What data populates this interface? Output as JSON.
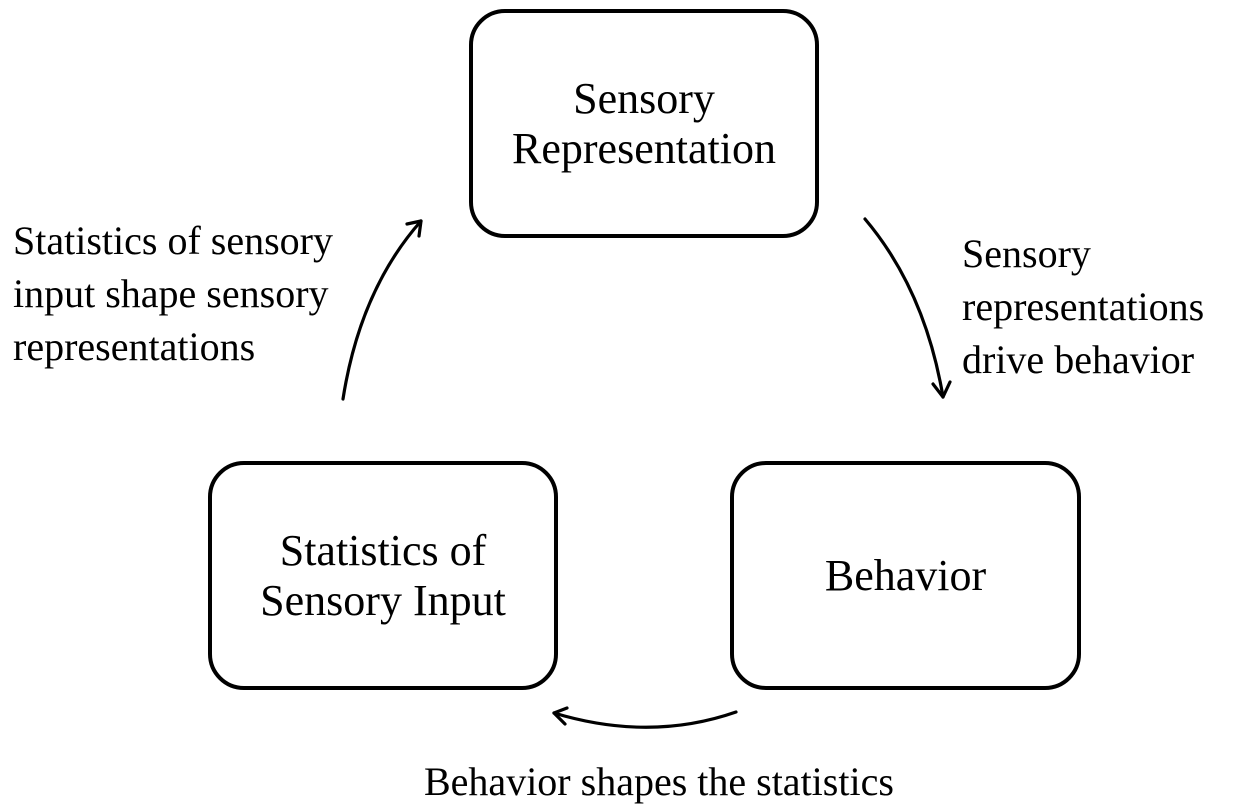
{
  "diagram": {
    "type": "cycle",
    "nodes": [
      {
        "id": "sensory-representation",
        "lines": [
          "Sensory",
          "Representation"
        ]
      },
      {
        "id": "behavior",
        "lines": [
          "Behavior"
        ]
      },
      {
        "id": "statistics-of-sensory-input",
        "lines": [
          "Statistics of",
          "Sensory Input"
        ]
      }
    ],
    "edges": [
      {
        "from": "statistics-of-sensory-input",
        "to": "sensory-representation",
        "label_lines": [
          "Statistics of sensory",
          "input shape sensory",
          "representations"
        ]
      },
      {
        "from": "sensory-representation",
        "to": "behavior",
        "label_lines": [
          "Sensory",
          "representations",
          "drive behavior"
        ]
      },
      {
        "from": "behavior",
        "to": "statistics-of-sensory-input",
        "label_lines": [
          "Behavior shapes the statistics"
        ]
      }
    ],
    "colors": {
      "stroke": "#000000",
      "background": "#ffffff",
      "text": "#000000"
    }
  }
}
